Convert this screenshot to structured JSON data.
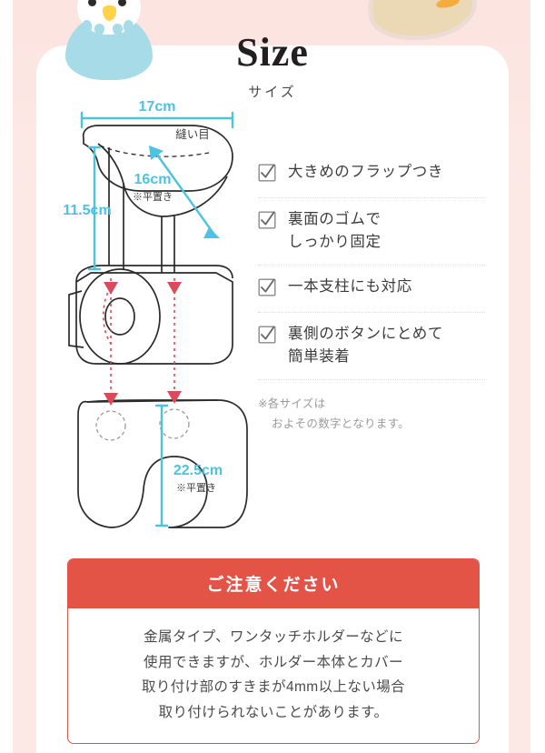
{
  "header": {
    "title_en": "Size",
    "title_jp": "サイズ"
  },
  "mascot": {
    "icon": "budgerigar-bird-icon",
    "body_color": "#a8dbe8",
    "beak_color": "#ffd24a"
  },
  "diagram": {
    "name": "toilet-paper-holder-cover-size-diagram",
    "dimension_color": "#4cc3e0",
    "marker_color": "#d94a5a",
    "labels": {
      "width_top": "17cm",
      "flap_depth": "16cm",
      "flap_depth_note": "※平置き",
      "seam": "縫い目",
      "height_left": "11.5cm",
      "cover_length": "22.5cm",
      "cover_length_note": "※平置き"
    }
  },
  "features": [
    {
      "icon": "checkbox-checked-icon",
      "line1": "大きめのフラップつき",
      "line2": ""
    },
    {
      "icon": "checkbox-checked-icon",
      "line1": "裏面のゴムで",
      "line2": "しっかり固定"
    },
    {
      "icon": "checkbox-checked-icon",
      "line1": "一本支柱にも対応",
      "line2": ""
    },
    {
      "icon": "checkbox-checked-icon",
      "line1": "裏側のボタンにとめて",
      "line2": "簡単装着"
    }
  ],
  "note": {
    "line1": "※各サイズは",
    "line2": "およその数字となります。"
  },
  "warning": {
    "heading": "ご注意ください",
    "accent_color": "#e35346",
    "lines": [
      "金属タイプ、ワンタッチホルダーなどに",
      "使用できますが、ホルダー本体とカバー",
      "取り付け部のすきまが4mm以上ない場合",
      "取り付けられないことがあります。"
    ]
  }
}
